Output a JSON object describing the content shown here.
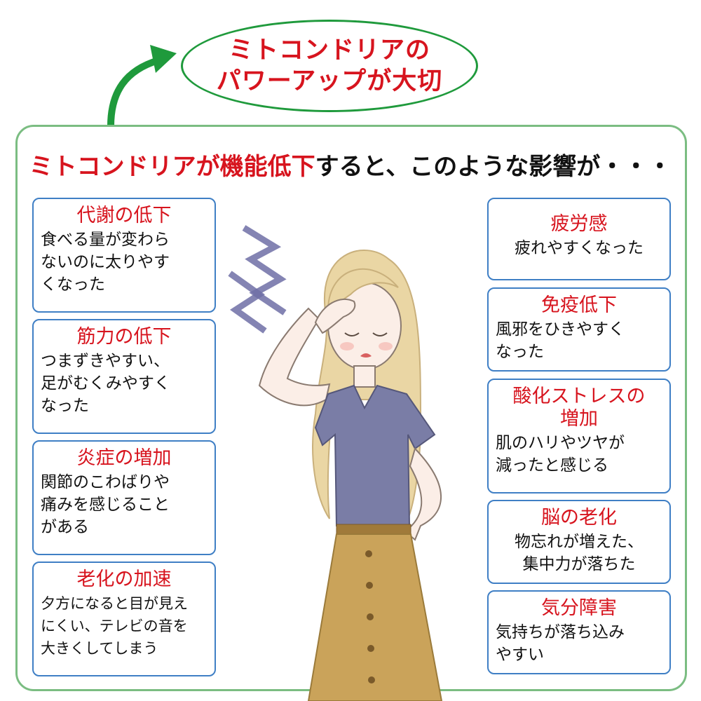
{
  "banner": {
    "line1": "ミトコンドリアの",
    "line2": "パワーアップが大切"
  },
  "headline": {
    "highlight": "ミトコンドリアが機能低下",
    "rest": "すると、このような影響が・・・"
  },
  "left_cards": [
    {
      "title": "代謝の低下",
      "body": "食べる量が変わら\nないのに太りやす\nくなった"
    },
    {
      "title": "筋力の低下",
      "body": "つまずきやすい、\n足がむくみやすく\nなった"
    },
    {
      "title": "炎症の増加",
      "body": "関節のこわばりや\n痛みを感じること\nがある"
    },
    {
      "title": "老化の加速",
      "body": "夕方になると目が見え\nにくい、テレビの音を\n大きくしてしまう"
    }
  ],
  "right_cards": [
    {
      "title": "疲労感",
      "body": "疲れやすくなった"
    },
    {
      "title": "免疫低下",
      "body": "風邪をひきやすく\nなった"
    },
    {
      "title": "酸化ストレスの\n増加",
      "body": "肌のハリやツヤが\n減ったと感じる"
    },
    {
      "title": "脳の老化",
      "body": "物忘れが増えた、\n集中力が落ちた"
    },
    {
      "title": "気分障害",
      "body": "気持ちが落ち込み\nやすい"
    }
  ],
  "colors": {
    "accent_red": "#d7141e",
    "green": "#1f9a3c",
    "card_border": "#3f7fc5",
    "panel_border": "#7bbd82"
  },
  "illustration": "woman-with-headache"
}
